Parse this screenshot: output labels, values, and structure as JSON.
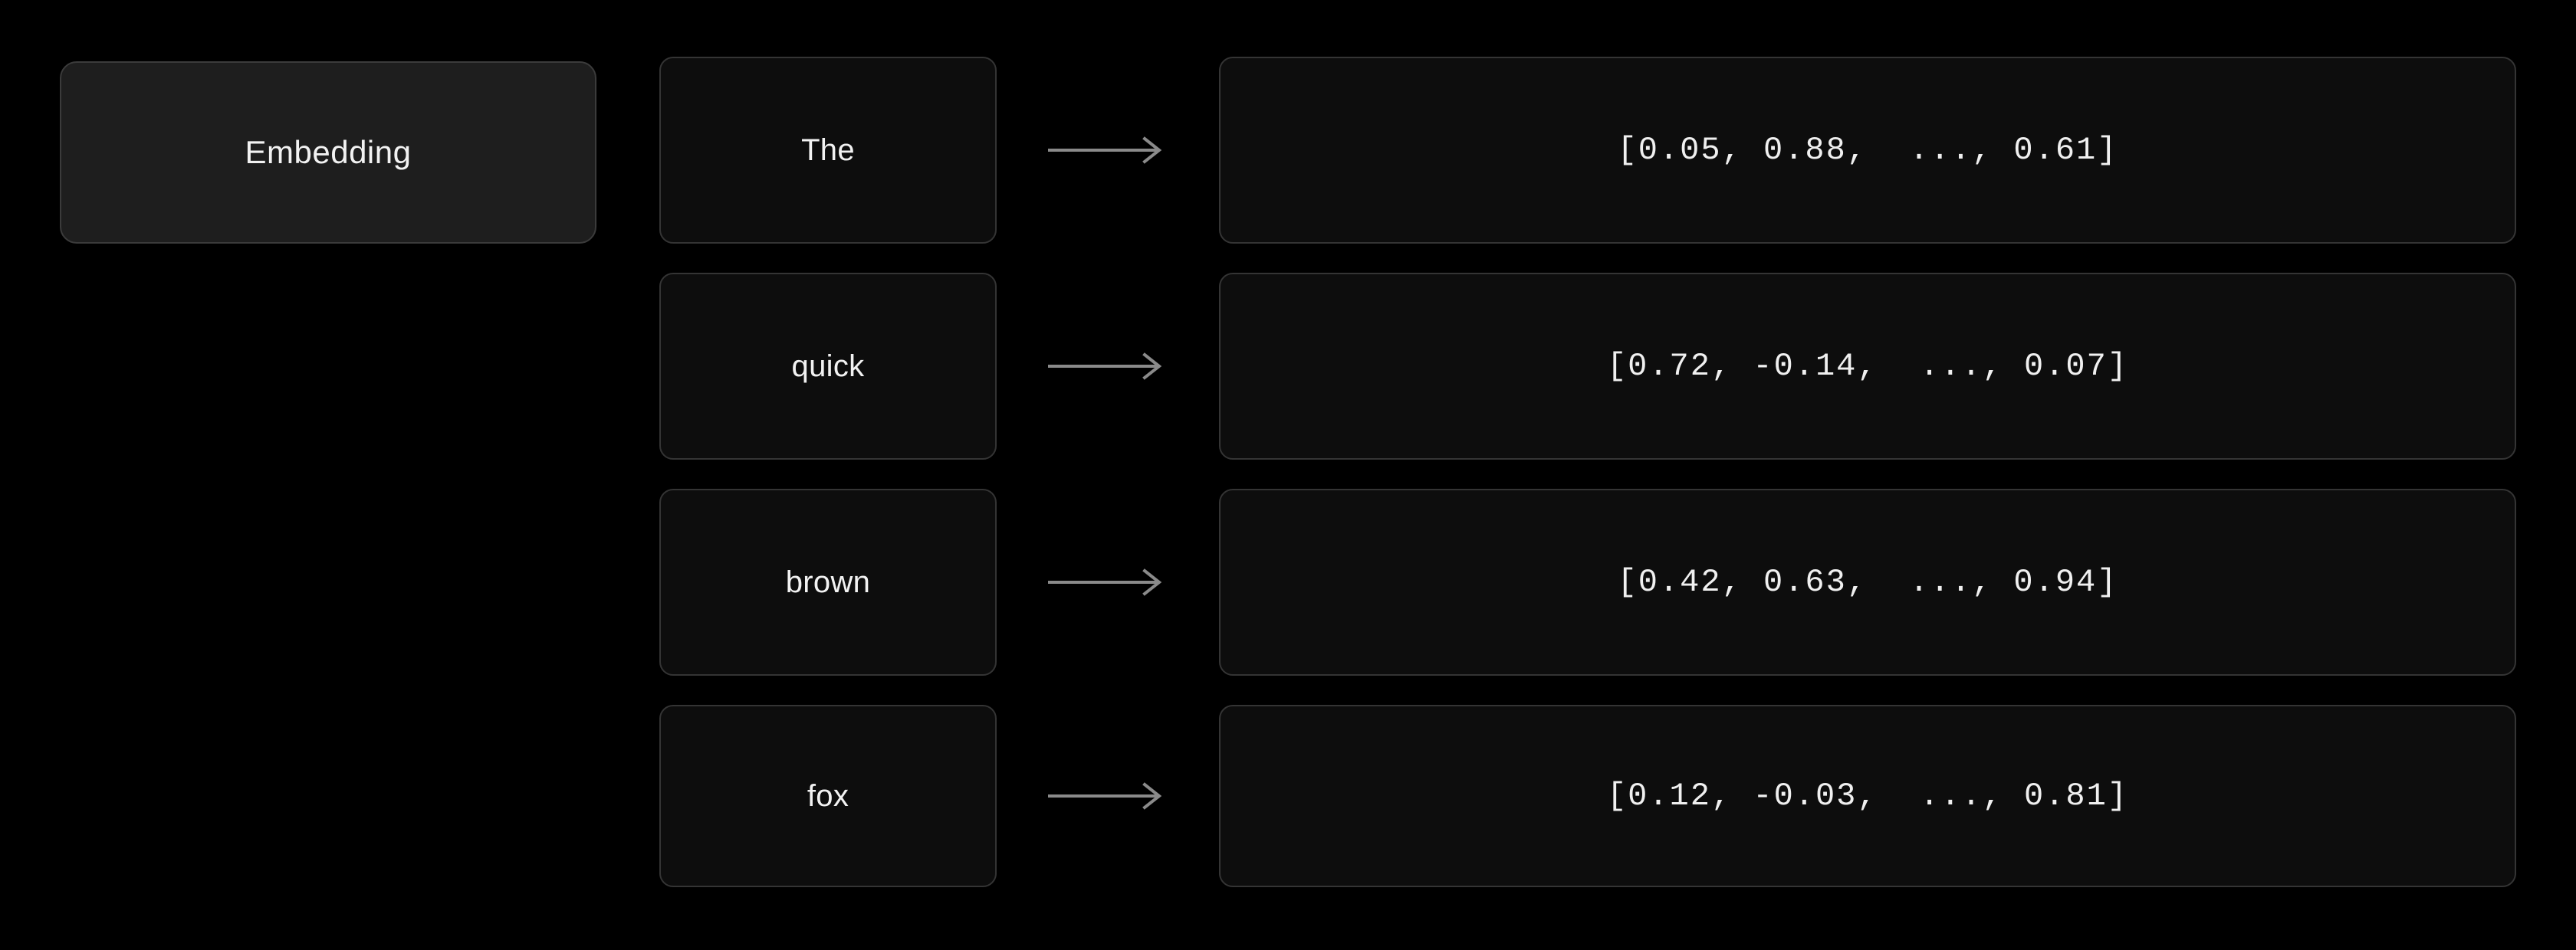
{
  "background_color": "#000000",
  "accent_colors": {
    "panel_fill": "#1e1e1e",
    "box_fill": "#0d0d0d",
    "box_border": "#343434",
    "arrow": "#8a8a8a",
    "text": "#f2f2f2"
  },
  "section": {
    "label": "Embedding"
  },
  "arrow_glyph": "long-right-arrow",
  "rows": [
    {
      "token": "The",
      "vector": "[0.05, 0.88,  ..., 0.61]"
    },
    {
      "token": "quick",
      "vector": "[0.72, -0.14,  ..., 0.07]"
    },
    {
      "token": "brown",
      "vector": "[0.42, 0.63,  ..., 0.94]"
    },
    {
      "token": "fox",
      "vector": "[0.12, -0.03,  ..., 0.81]"
    }
  ]
}
